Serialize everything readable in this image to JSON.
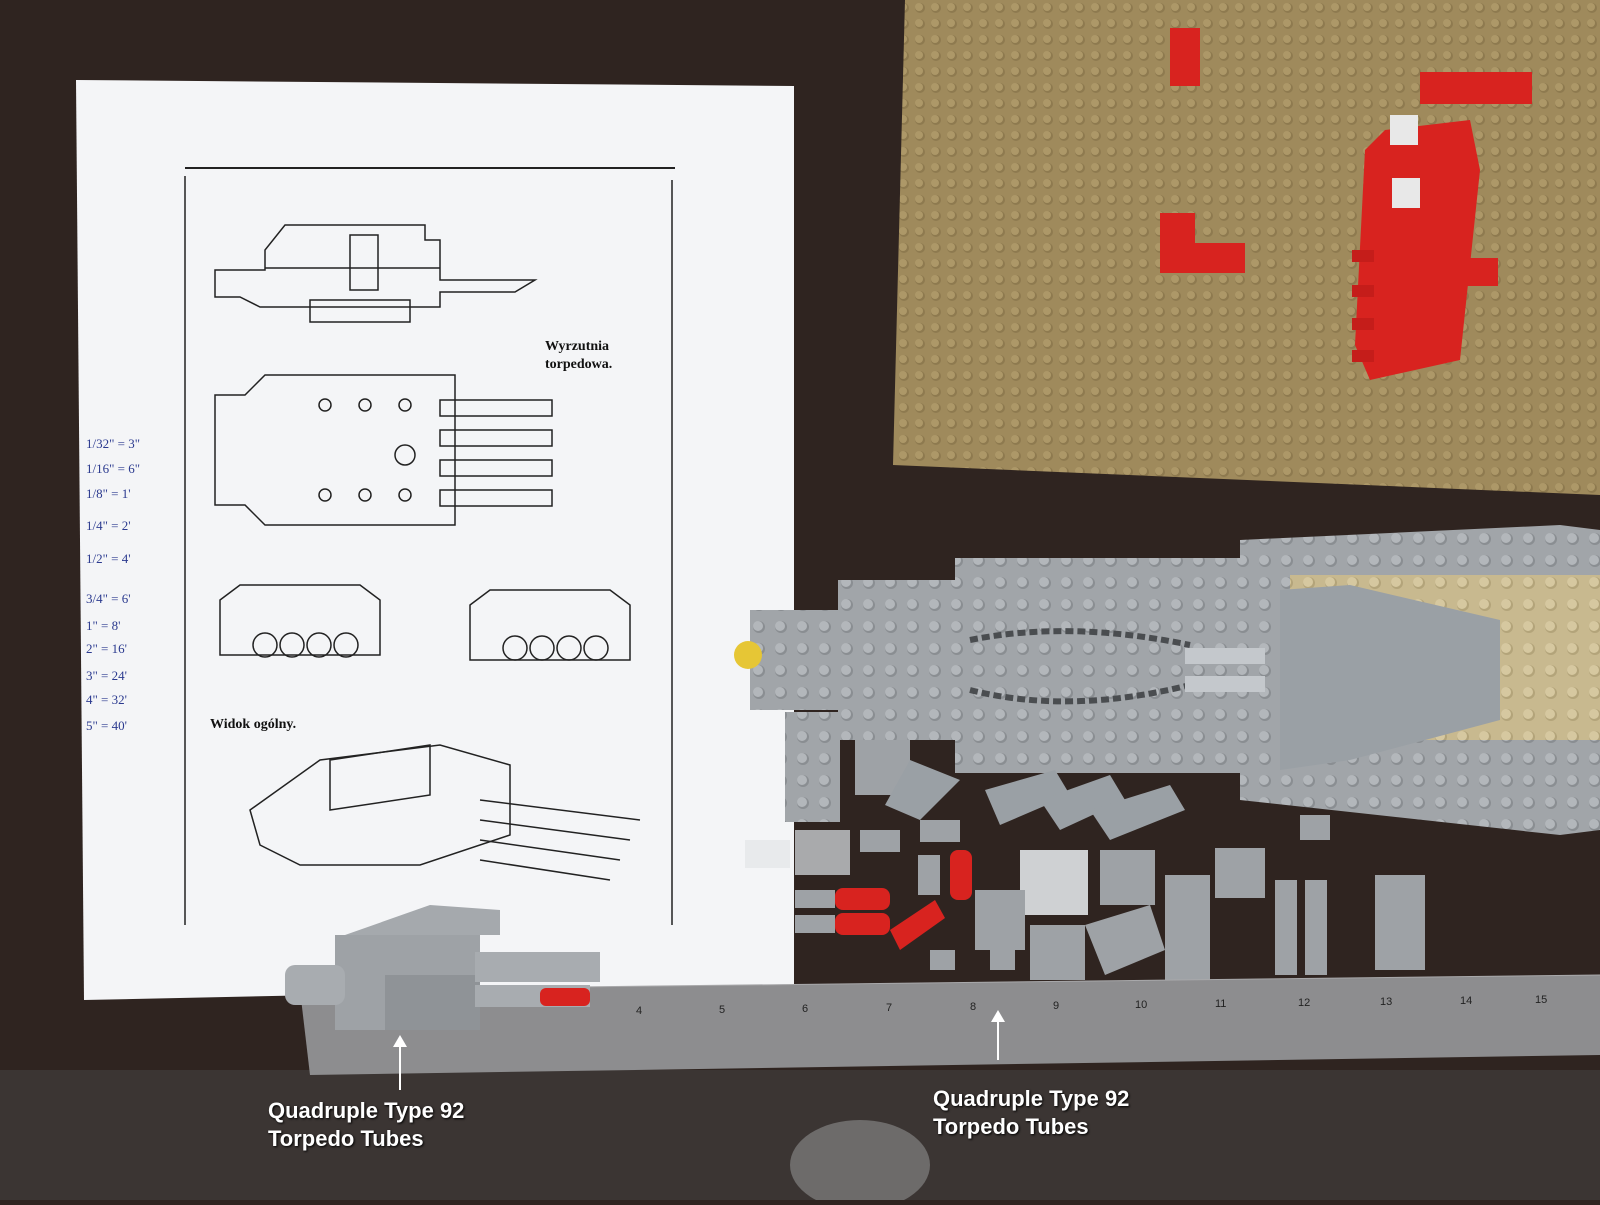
{
  "drawing": {
    "caption_top_line1": "Wyrzutnia",
    "caption_top_line2": "torpedowa.",
    "caption_general": "Widok ogólny."
  },
  "scale_notes": [
    "1/32\" = 3\"",
    "1/16\" = 6\"",
    "1/8\" = 1'",
    "1/4\" = 2'",
    "1/2\" = 4'",
    "3/4\" = 6'",
    "1\" = 8'",
    "2\" = 16'",
    "3\" = 24'",
    "4\" = 32'",
    "5\" = 40'"
  ],
  "ruler_numbers": [
    "4",
    "5",
    "6",
    "7",
    "8",
    "9",
    "10",
    "11",
    "12",
    "13",
    "14",
    "15"
  ],
  "annotations": [
    {
      "line1": "Quadruple Type 92",
      "line2": "Torpedo Tubes"
    },
    {
      "line1": "Quadruple Type 92",
      "line2": "Torpedo Tubes"
    }
  ],
  "colors": {
    "table": "#2f2420",
    "paper": "#f4f5f7",
    "baseplate": "#9f8a5c",
    "brick_red": "#d8231f",
    "brick_grey": "#9ea2a6",
    "ruler": "#8d8d8f"
  }
}
